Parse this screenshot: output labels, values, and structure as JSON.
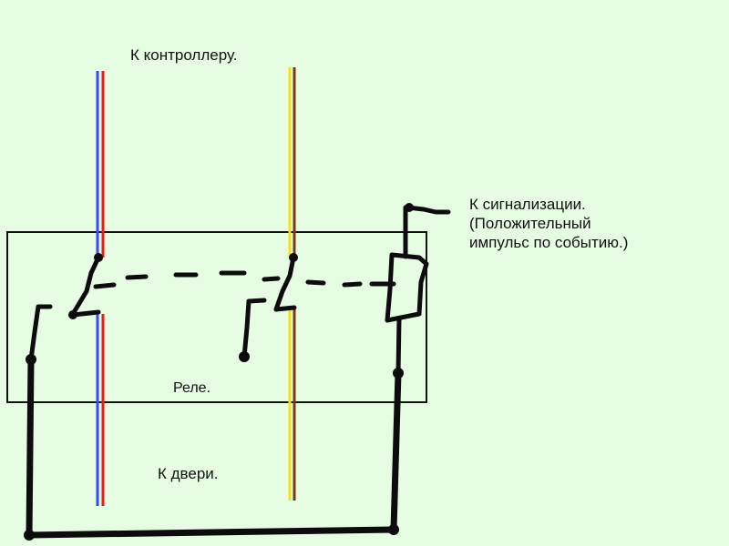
{
  "labels": {
    "to_controller": "К контроллеру.",
    "to_alarm_lines": [
      "К сигнализации.",
      "(Положительный",
      "импульс по событию.)"
    ],
    "relay": "Реле.",
    "to_door": "К двери."
  },
  "wires": {
    "left_pair": [
      {
        "name": "blue",
        "color": "#2f4cff"
      },
      {
        "name": "red",
        "color": "#f01818"
      }
    ],
    "right_pair": [
      {
        "name": "yellow",
        "color": "#f5e21a"
      },
      {
        "name": "brown",
        "color": "#7a3a10"
      }
    ]
  },
  "colors": {
    "background": "#e6fde3",
    "ink": "#0c0c0c"
  }
}
